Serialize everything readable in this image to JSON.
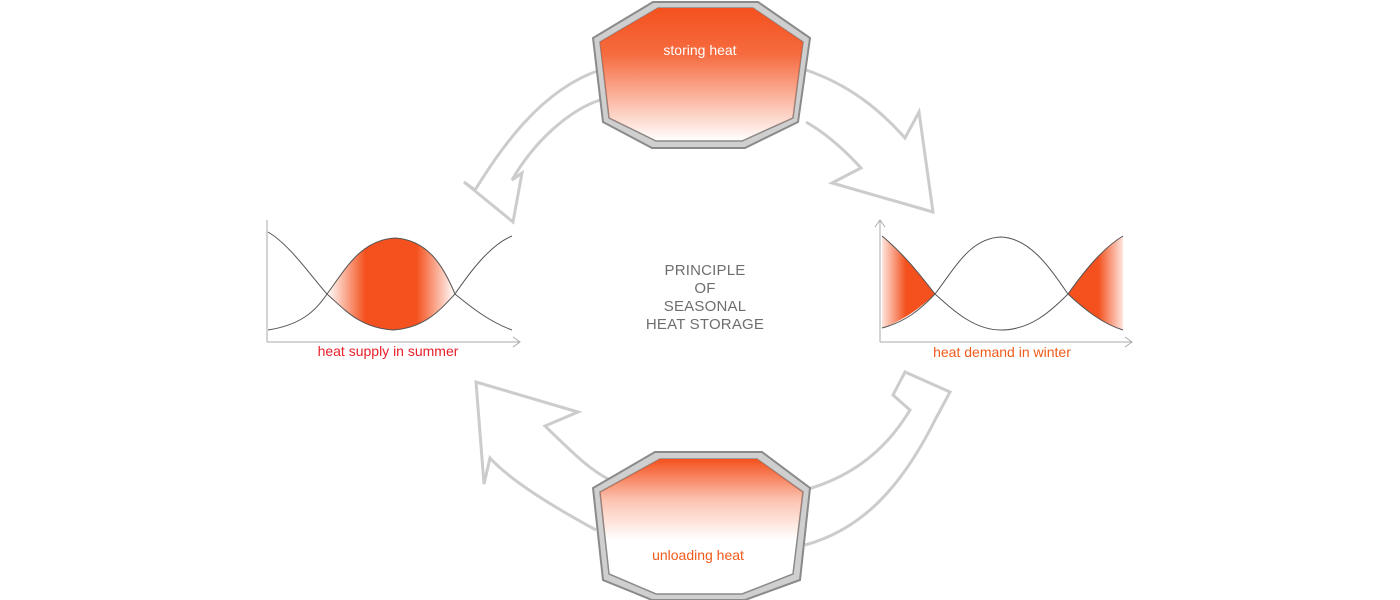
{
  "title": {
    "lines": [
      "PRINCIPLE",
      "OF",
      "SEASONAL",
      "HEAT STORAGE"
    ]
  },
  "tanks": {
    "top_label": "storing heat",
    "bottom_label": "unloading heat"
  },
  "graphs": {
    "left_label": "heat supply in summer",
    "right_label": "heat demand in winter"
  },
  "colors": {
    "heat": "#f4511e",
    "supply_text": "#e8202a",
    "demand_text": "#f05a1a",
    "arrow_stroke": "#cccccc",
    "tank_wall": "#8a8a8a",
    "title_text": "#6e6e6e"
  }
}
